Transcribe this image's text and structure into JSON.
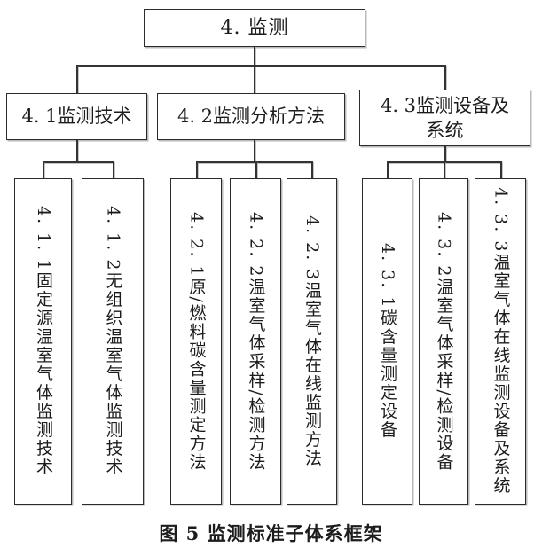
{
  "diagram": {
    "title": "监测标准子体系框架图",
    "colors": {
      "background": "#ffffff",
      "line": "#333333",
      "border": "#2b2b2b",
      "text": "#1c1c1c"
    },
    "root": {
      "label": "4. 监测"
    },
    "level2": [
      {
        "id": "4.1",
        "label": "4. 1监测技术"
      },
      {
        "id": "4.2",
        "label": "4. 2监测分析方法"
      },
      {
        "id": "4.3",
        "label": "4. 3监测设备及\n系统"
      }
    ],
    "leaves": [
      {
        "parent": "4.1",
        "label": "4. 1. 1固定源温室气体监测技术"
      },
      {
        "parent": "4.1",
        "label": "4. 1. 2无组织温室气体监测技术"
      },
      {
        "parent": "4.2",
        "label": "4. 2. 1原/燃料碳含量测定方法"
      },
      {
        "parent": "4.2",
        "label": "4. 2. 2温室气体采样/检测方法"
      },
      {
        "parent": "4.2",
        "label": "4. 2. 3温室气体在线监测方法"
      },
      {
        "parent": "4.3",
        "label": "4. 3. 1碳含量测定设备"
      },
      {
        "parent": "4.3",
        "label": "4. 3. 2温室气体采样/检测设备"
      },
      {
        "parent": "4.3",
        "label": "4. 3. 3温室气体在线监测设备及系统"
      }
    ],
    "caption": "图 5 监测标准子体系框架"
  }
}
